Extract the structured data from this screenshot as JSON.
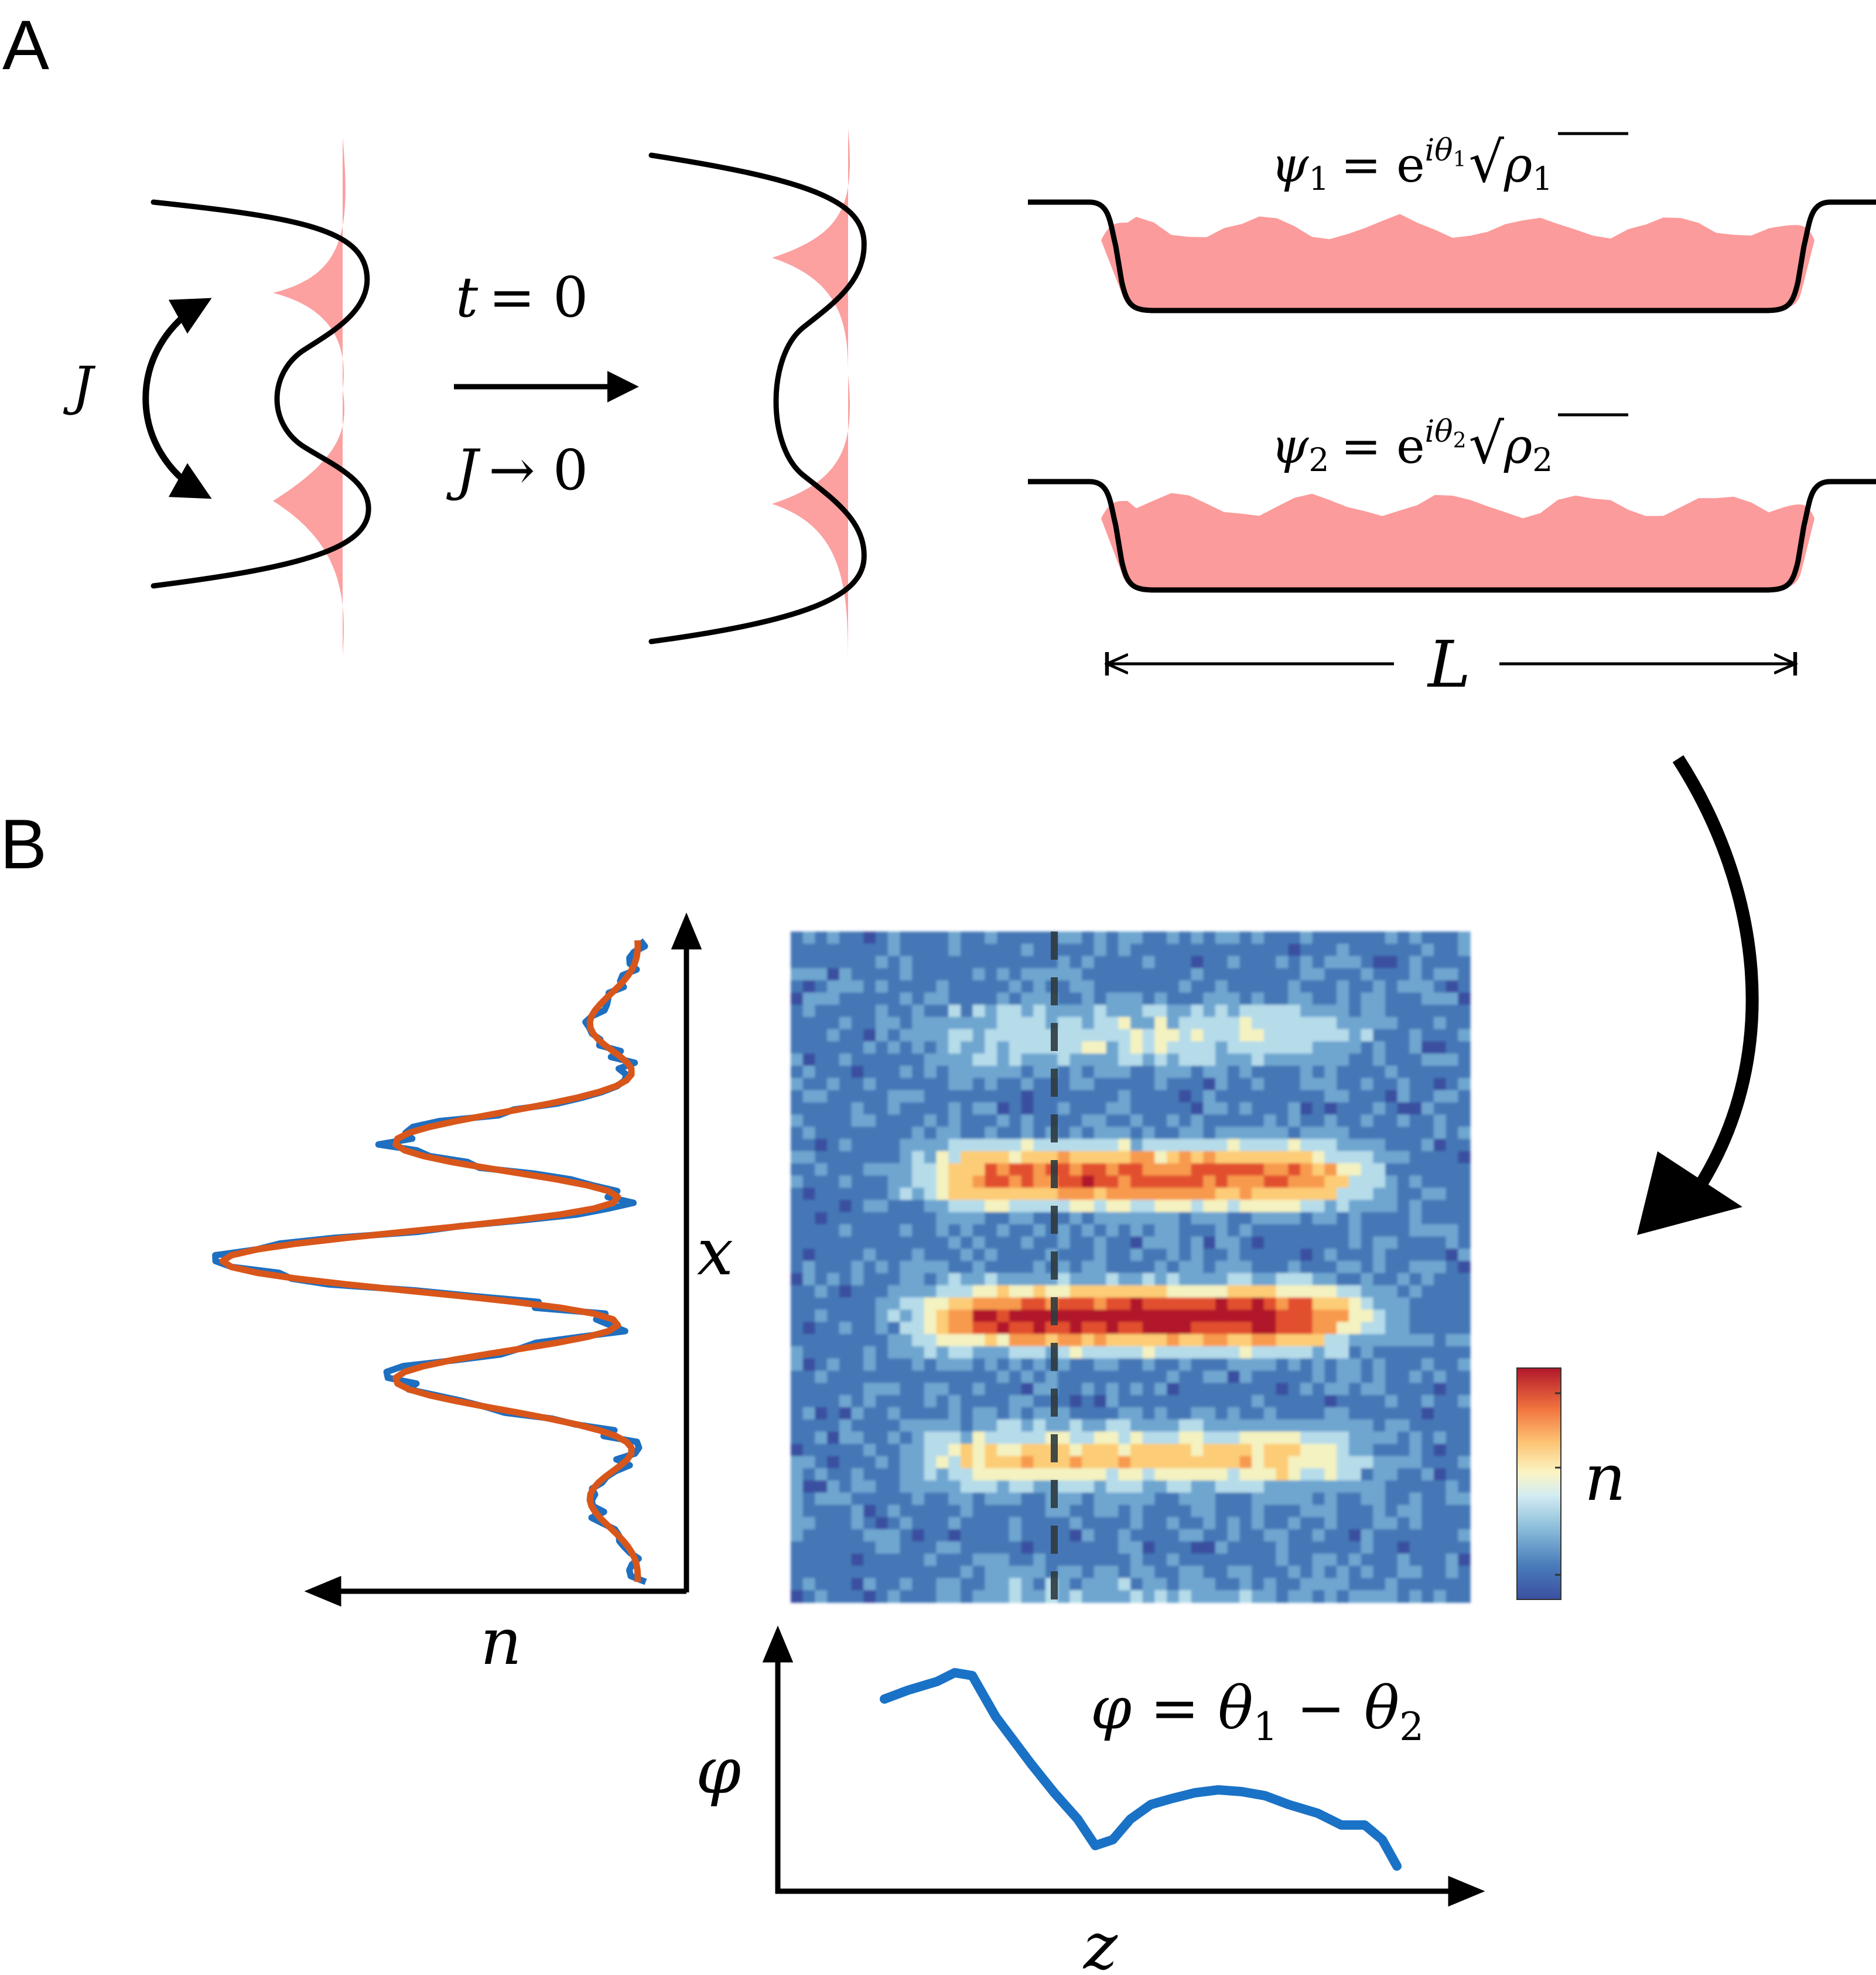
{
  "panels": {
    "a": "A",
    "b": "B"
  },
  "text": {
    "coupling": "J",
    "time_prefix": "t",
    "time_value": "= 0",
    "decouple_prefix": "J",
    "decouple_value": "→ 0",
    "psi1_lhs": "ψ",
    "psi1_sub": "1",
    "psi1_eq": "= e",
    "psi1_exp": "iθ",
    "psi1_exp_sub": "1",
    "psi1_root": "√",
    "psi1_rho": "ρ",
    "psi1_rho_sub": "1",
    "psi2_lhs": "ψ",
    "psi2_sub": "2",
    "psi2_eq": "= e",
    "psi2_exp": "iθ",
    "psi2_exp_sub": "2",
    "psi2_root": "√",
    "psi2_rho": "ρ",
    "psi2_rho_sub": "2",
    "length": "L",
    "x_axis": "x",
    "n_axis": "n",
    "colorbar_label": "n",
    "phi_axis": "φ",
    "z_axis": "z",
    "phase_def_lhs": "φ = θ",
    "phase_def_sub1": "1",
    "phase_def_mid": " − θ",
    "phase_def_sub2": "2"
  },
  "colors": {
    "ink": "#000000",
    "cloud": "#fc9b9b",
    "profile_measured": "#1f6fc0",
    "profile_fit": "#d9561a",
    "phase_line": "#1a72c6",
    "dashed_cut": "#2f3b40",
    "colormap": [
      "#3a4fa0",
      "#4477b6",
      "#6ea6d0",
      "#b6dcea",
      "#f4f2c0",
      "#fdcc76",
      "#f79a4e",
      "#e2502f",
      "#b2172a"
    ]
  },
  "icons": {
    "arrows": "curved-double-arrow",
    "process_arrow": "curved-arrow"
  }
}
